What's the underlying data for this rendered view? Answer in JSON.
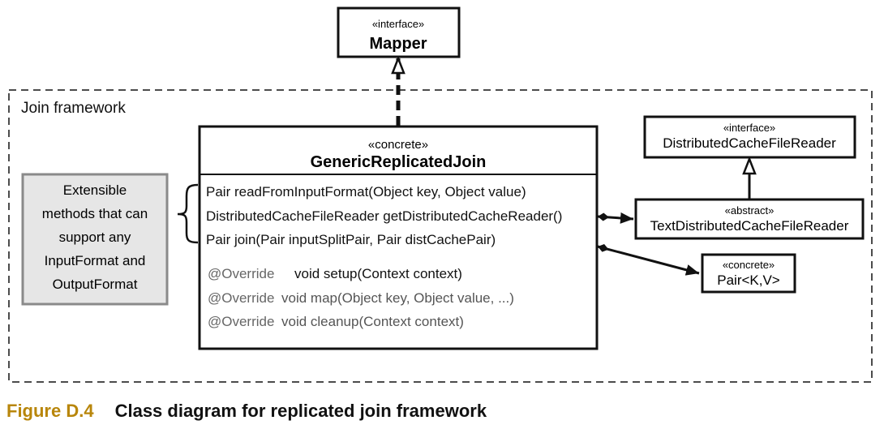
{
  "framework_label": "Join framework",
  "mapper": {
    "stereotype": "«interface»",
    "name": "Mapper"
  },
  "generic_join": {
    "stereotype": "«concrete»",
    "name": "GenericReplicatedJoin",
    "extensible_methods": [
      "Pair readFromInputFormat(Object key, Object value)",
      "DistributedCacheFileReader getDistributedCacheReader()",
      "Pair join(Pair inputSplitPair, Pair distCachePair)"
    ],
    "override_methods": [
      {
        "annotation": "@Override",
        "signature": "void setup(Context context)"
      },
      {
        "annotation": "@Override",
        "signature": "void map(Object key, Object value, ...)"
      },
      {
        "annotation": "@Override",
        "signature": "void cleanup(Context context)"
      }
    ]
  },
  "note": {
    "lines": [
      "Extensible",
      "methods that can",
      "support any",
      "InputFormat and",
      "OutputFormat"
    ]
  },
  "cache_reader_interface": {
    "stereotype": "«interface»",
    "name": "DistributedCacheFileReader"
  },
  "text_cache_reader": {
    "stereotype": "«abstract»",
    "name": "TextDistributedCacheFileReader"
  },
  "pair": {
    "stereotype": "«concrete»",
    "name": "Pair<K,V>"
  },
  "caption": {
    "number": "Figure D.4",
    "text": "Class diagram for replicated join framework"
  },
  "colors": {
    "caption_number": "#b8860b",
    "note_fill": "#e6e6e6",
    "note_border": "#8a8a8a",
    "override_text": "#666666",
    "line": "#111111"
  }
}
